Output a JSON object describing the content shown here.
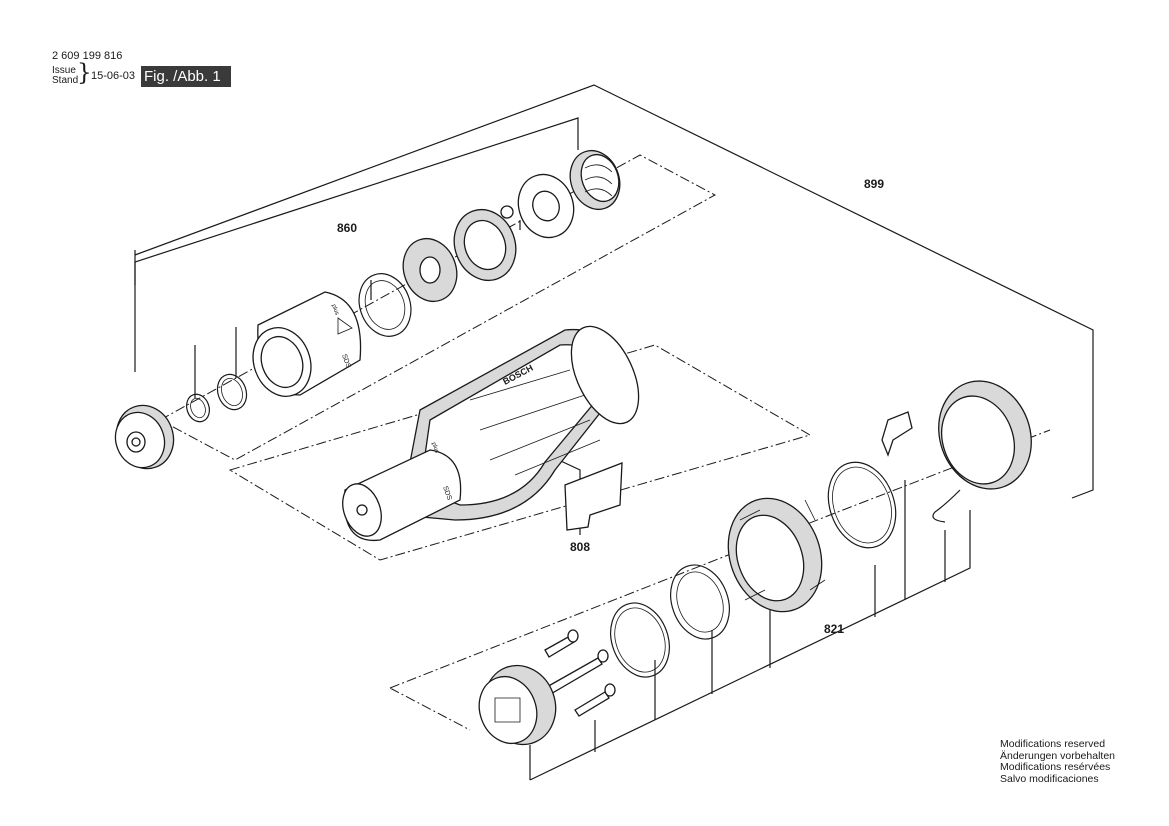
{
  "header": {
    "doc_number": "2 609 199 816",
    "issue_label": "Issue",
    "stand_label": "Stand",
    "brace": "}",
    "date": "15-06-03",
    "figure_label": "Fig. /Abb. 1"
  },
  "part_numbers": {
    "p860": "860",
    "p899": "899",
    "p808": "808",
    "p821": "821"
  },
  "brand_mark": "BOSCH",
  "sds_mark": "SDS",
  "plus_mark": "plus",
  "modifications": {
    "en": "Modifications reserved",
    "de": "Änderungen vorbehalten",
    "fr": "Modifications resérvées",
    "es": "Salvo modificaciones"
  }
}
